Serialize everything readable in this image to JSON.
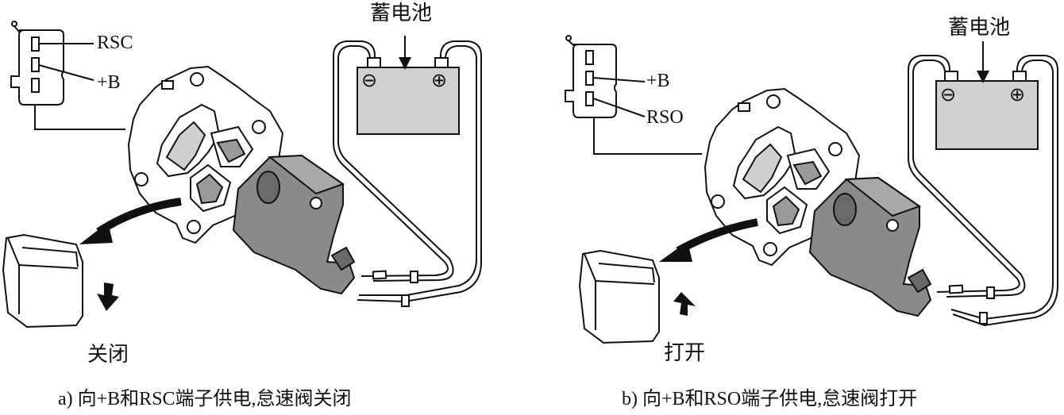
{
  "panels": [
    {
      "battery_label": "蓄电池",
      "pins": [
        "RSC",
        "+B"
      ],
      "valve_state": "关闭",
      "caption": "a) 向+B和RSC端子供电,怠速阀关闭",
      "arrow": "down"
    },
    {
      "battery_label": "蓄电池",
      "pins": [
        "+B",
        "RSO"
      ],
      "valve_state": "打开",
      "caption": "b) 向+B和RSO端子供电,怠速阀打开",
      "arrow": "up"
    }
  ],
  "battery_terminals": [
    "⊖",
    "⊕"
  ],
  "colors": {
    "line": "#111111",
    "battery_fill": "#d0d0d0",
    "motor_fill": "#8a8a8a",
    "background": "#ffffff"
  }
}
